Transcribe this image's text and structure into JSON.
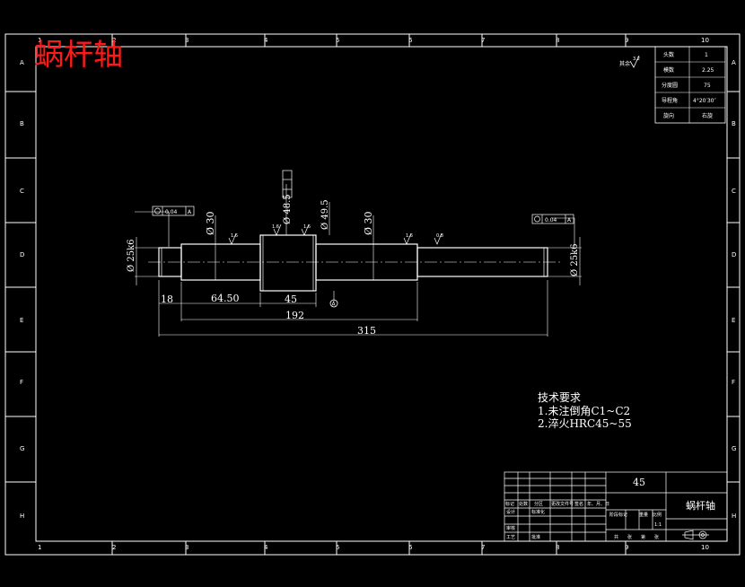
{
  "title": "蜗杆轴",
  "frame": {
    "top_numbers": [
      "1",
      "2",
      "3",
      "4",
      "5",
      "6",
      "7",
      "8",
      "9",
      "10"
    ],
    "bottom_numbers": [
      "1",
      "2",
      "3",
      "4",
      "5",
      "6",
      "7",
      "8",
      "9",
      "10"
    ],
    "left_letters": [
      "A",
      "B",
      "C",
      "D",
      "E",
      "F",
      "G",
      "H"
    ],
    "right_letters": [
      "A",
      "B",
      "C",
      "D",
      "E",
      "F",
      "G",
      "H"
    ]
  },
  "params_table": {
    "rows": [
      {
        "label": "头数",
        "value": "1"
      },
      {
        "label": "模数",
        "value": "2.25"
      },
      {
        "label": "分度圆",
        "value": "75"
      },
      {
        "label": "导程角",
        "value": "4°20′30″"
      },
      {
        "label": "旋向",
        "value": "右旋"
      }
    ]
  },
  "roughness_note": "其余",
  "roughness_value": "3.2",
  "dimensions": {
    "left_shaft_dia": "Ø 25k6",
    "right_shaft_dia": "Ø 25k6",
    "left_body_dia": "Ø 30",
    "right_body_dia": "Ø 30",
    "worm_dia_1": "Ø 48.5",
    "worm_dia_2": "Ø 49.5",
    "len_18": "18",
    "len_64": "64.50",
    "len_45": "45",
    "len_192": "192",
    "len_315": "315"
  },
  "tolerance_left": "0.04",
  "tolerance_left_ref": "A",
  "tolerance_right": "0.04",
  "tolerance_right_ref": "A",
  "datum_label": "A",
  "roughness_marks": [
    "1.6",
    "1.6",
    "1.6",
    "1.6",
    "0.8"
  ],
  "tech_requirements": {
    "heading": "技术要求",
    "lines": [
      "1.未注倒角C1~C2",
      "2.淬火HRC45~55"
    ]
  },
  "title_block": {
    "material": "45",
    "part_name": "蜗杆轴",
    "cells": [
      "标记",
      "处数",
      "分区",
      "更改文件号",
      "签名",
      "年、月、日"
    ],
    "row2": [
      "设计",
      "标准化"
    ],
    "row3": [
      "审核"
    ],
    "row4": [
      "工艺",
      "批准"
    ],
    "stage": "阶段标记",
    "weight": "重量",
    "scale": "比例",
    "scale_value": "1:1",
    "sheet": [
      "共",
      "张",
      "第",
      "张"
    ]
  }
}
